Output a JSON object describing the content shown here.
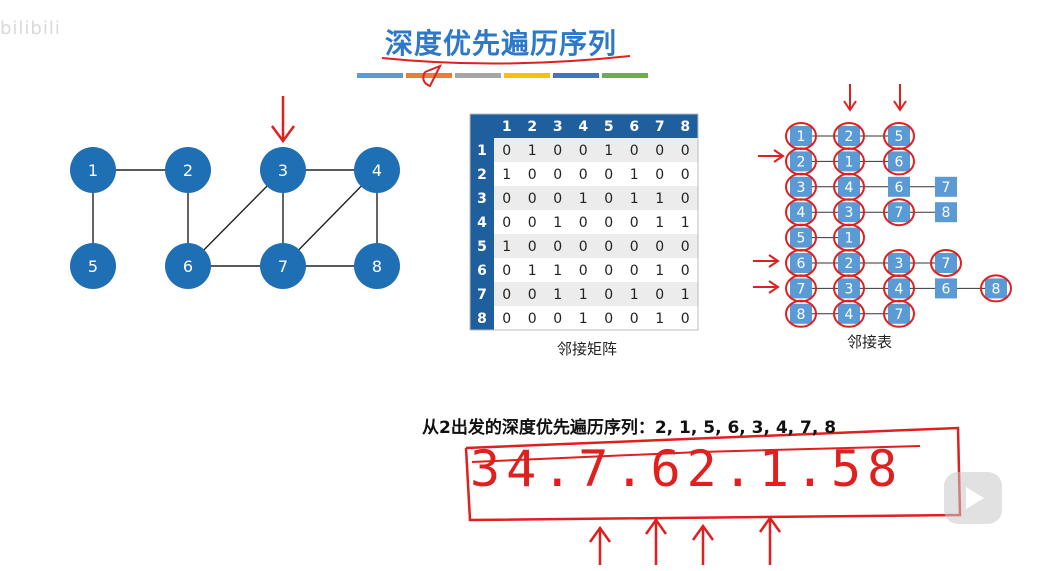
{
  "watermark": "bilibili",
  "title": "深度优先遍历序列",
  "color_bar": [
    "#5b9bd5",
    "#ed7d31",
    "#a5a5a5",
    "#ffc000",
    "#4472c4",
    "#70ad47"
  ],
  "graph": {
    "nodes": [
      "1",
      "2",
      "3",
      "4",
      "5",
      "6",
      "7",
      "8"
    ],
    "edges": [
      [
        "1",
        "2"
      ],
      [
        "1",
        "5"
      ],
      [
        "2",
        "6"
      ],
      [
        "3",
        "4"
      ],
      [
        "3",
        "6"
      ],
      [
        "3",
        "7"
      ],
      [
        "4",
        "7"
      ],
      [
        "4",
        "8"
      ],
      [
        "6",
        "7"
      ],
      [
        "7",
        "8"
      ]
    ]
  },
  "matrix": {
    "caption": "邻接矩阵",
    "headers": [
      "1",
      "2",
      "3",
      "4",
      "5",
      "6",
      "7",
      "8"
    ],
    "rows": [
      [
        "0",
        "1",
        "0",
        "0",
        "1",
        "0",
        "0",
        "0"
      ],
      [
        "1",
        "0",
        "0",
        "0",
        "0",
        "1",
        "0",
        "0"
      ],
      [
        "0",
        "0",
        "0",
        "1",
        "0",
        "1",
        "1",
        "0"
      ],
      [
        "0",
        "0",
        "1",
        "0",
        "0",
        "0",
        "1",
        "1"
      ],
      [
        "1",
        "0",
        "0",
        "0",
        "0",
        "0",
        "0",
        "0"
      ],
      [
        "0",
        "1",
        "1",
        "0",
        "0",
        "0",
        "1",
        "0"
      ],
      [
        "0",
        "0",
        "1",
        "1",
        "0",
        "1",
        "0",
        "1"
      ],
      [
        "0",
        "0",
        "0",
        "1",
        "0",
        "0",
        "1",
        "0"
      ]
    ]
  },
  "adjlist": {
    "caption": "邻接表",
    "rows": [
      [
        "1",
        "2",
        "5"
      ],
      [
        "2",
        "1",
        "6"
      ],
      [
        "3",
        "4",
        "6",
        "7"
      ],
      [
        "4",
        "3",
        "7",
        "8"
      ],
      [
        "5",
        "1"
      ],
      [
        "6",
        "2",
        "3",
        "7"
      ],
      [
        "7",
        "3",
        "4",
        "6",
        "8"
      ],
      [
        "8",
        "4",
        "7"
      ]
    ]
  },
  "sequence_text": "从2出发的深度优先遍历序列：2, 1, 5, 6, 3, 4, 7, 8",
  "handwritten": "34.7.62.1.58",
  "colors": {
    "node": "#1f6fb5",
    "header": "#1f5f9e",
    "list_cell": "#5b9bd5",
    "annotation": "#e01f1f"
  }
}
